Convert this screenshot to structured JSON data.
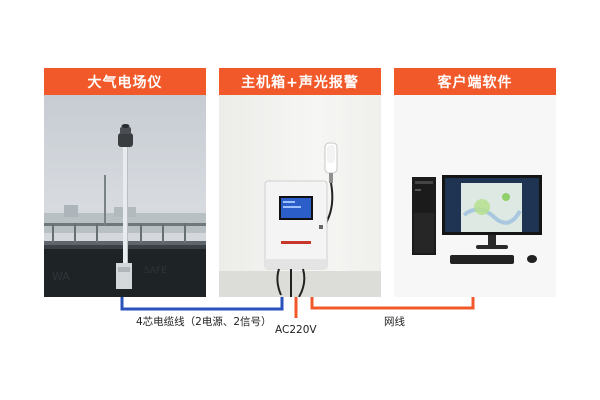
{
  "panels": [
    {
      "title": "大气电场仪"
    },
    {
      "title": "主机箱+声光报警"
    },
    {
      "title": "客户端软件"
    }
  ],
  "connections": {
    "cable_label": "4芯电缆线（2电源、2信号）",
    "power_label": "AC220V",
    "network_label": "网线"
  },
  "colors": {
    "accent": "#f1592a",
    "cable_blue": "#2a52be",
    "power_orange": "#f1592a"
  }
}
